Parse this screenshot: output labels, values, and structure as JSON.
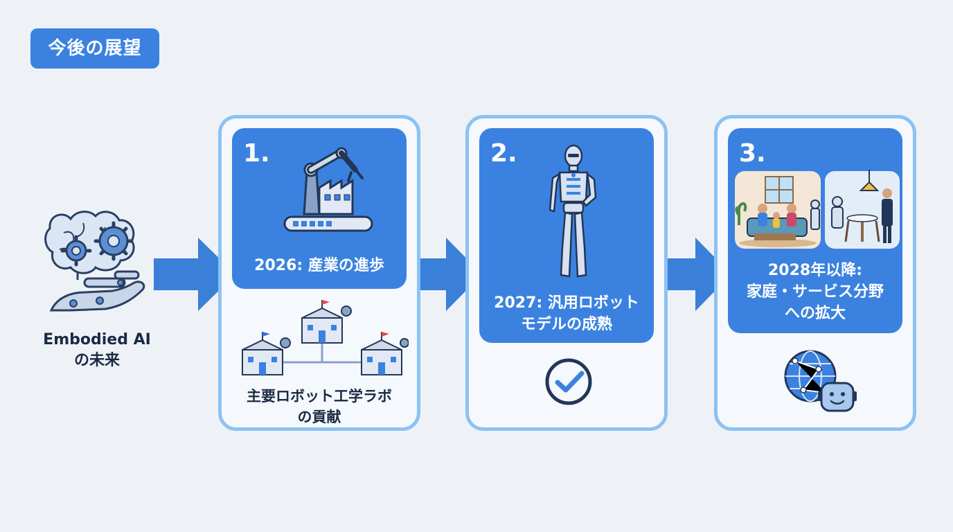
{
  "header": {
    "badge": "今後の展望"
  },
  "start": {
    "label": "Embodied AI\nの未来",
    "icon": "brain-gears-hand-icon"
  },
  "steps": [
    {
      "num": "1.",
      "title": "2026: 産業の進歩",
      "sub": "主要ロボット工学ラボ\nの貢献",
      "icon": "robot-arm-factory-icon",
      "sub_icon": "lab-buildings-icon"
    },
    {
      "num": "2.",
      "title": "2027: 汎用ロボット\nモデルの成熟",
      "icon": "humanoid-robot-icon",
      "sub_icon": "checkmark-circle-icon"
    },
    {
      "num": "3.",
      "title": "2028年以降:\n家庭・サービス分野\nへの拡大",
      "icon": "home-service-scene-icon",
      "sub_icon": "globe-robot-icon"
    }
  ],
  "colors": {
    "accent": "#3b82e0",
    "card_border": "#8cc2f2",
    "arrow": "#3a7fd8",
    "text": "#1b2a44",
    "background": "#eef2f7"
  }
}
